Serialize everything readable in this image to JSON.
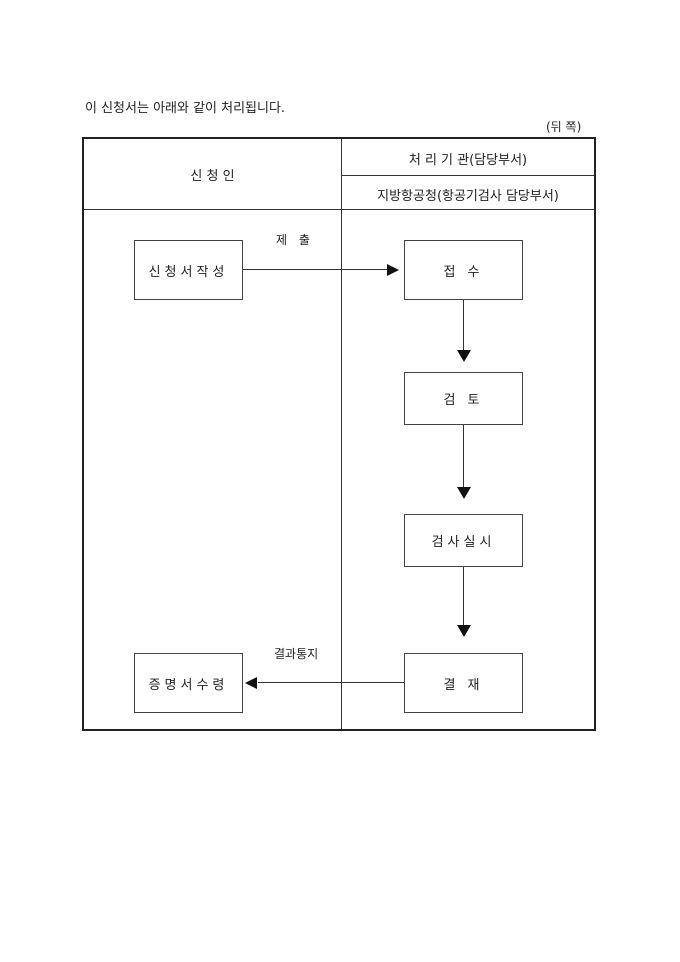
{
  "intro_text": "이 신청서는 아래와 같이 처리됩니다.",
  "side_label": "(뒤 쪽)",
  "header": {
    "applicant": "신 청 인",
    "processing_agency": "처 리 기 관(담당부서)",
    "agency_detail": "지방항공청(항공기검사 담당부서)"
  },
  "flow": {
    "apply": "신청서작성",
    "submit_label": "제 출",
    "receive": "접 수",
    "review": "검 토",
    "inspect": "검사실시",
    "approve": "결 재",
    "notify_label": "결과통지",
    "certificate": "증명서수령"
  }
}
